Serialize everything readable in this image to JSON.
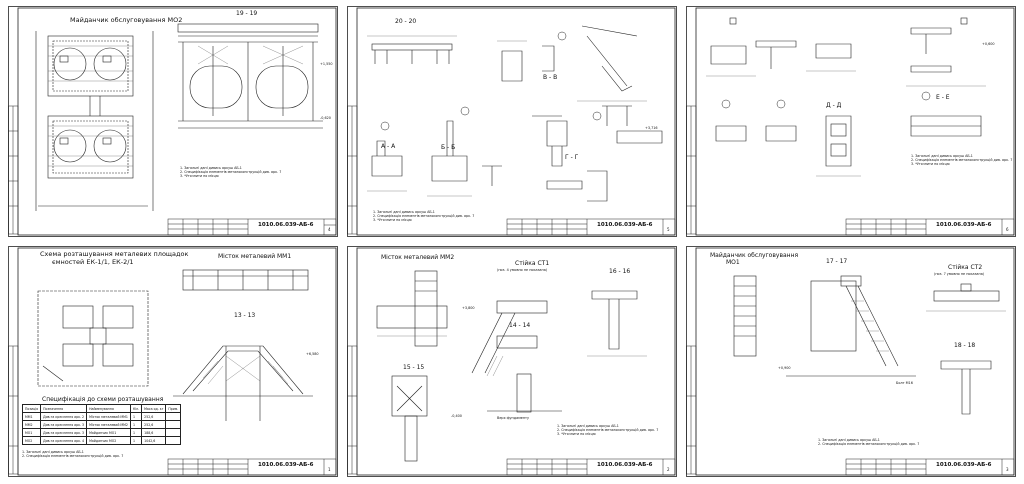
{
  "sheets": [
    {
      "id": "s1",
      "titles": [
        "Майданчик обслуговування МО2",
        "19 - 19"
      ],
      "code": "1010.06.039-АБ-6",
      "sheet_no": "4",
      "notes": [
        "1. Загальні дані дивись аркуш АБ-1",
        "2. Специфікація елементів металоконструкцій див. арк. 7",
        "3. *Уточнити по місцю"
      ]
    },
    {
      "id": "s2",
      "titles": [
        "20 - 20",
        "А - А",
        "Б - Б",
        "В - В",
        "Г - Г"
      ],
      "code": "1010.06.039-АБ-6",
      "sheet_no": "5",
      "notes": [
        "1. Загальні дані дивись аркуш АБ-1",
        "2. Специфікація елементів металоконструкцій див. арк. 7",
        "3. *Уточнити по місцю"
      ]
    },
    {
      "id": "s3",
      "titles": [
        "Д - Д",
        "Е - Е"
      ],
      "code": "1010.06.039-АБ-6",
      "sheet_no": "6",
      "notes": [
        "1. Загальні дані дивись аркуш АБ-1",
        "2. Специфікація елементів металоконструкцій див. арк. 7",
        "3. *Уточнити по місцю"
      ]
    },
    {
      "id": "s4",
      "titles": [
        "Схема розташування металевих площадок",
        "ємностей ЕК-1/1, ЕК-2/1",
        "Місток металевий ММ1",
        "13 - 13",
        "Специфікація до схеми розташування"
      ],
      "code": "1010.06.039-АБ-6",
      "sheet_no": "1",
      "spec_headers": [
        "Позиція",
        "Позначення",
        "Найменування",
        "Кіл.",
        "Маса од. кг",
        "Прим."
      ],
      "spec_rows": [
        [
          "ММ1",
          "Див.та креслення арк. 2",
          "Місток металевий ММ1",
          "1",
          "252,6",
          ""
        ],
        [
          "ММ2",
          "Див.та креслення арк. 3",
          "Місток металевий ММ2",
          "1",
          "252,6",
          ""
        ],
        [
          "МО1",
          "Див.та креслення арк. 3",
          "Майданчик МО1",
          "1",
          "188,6",
          ""
        ],
        [
          "МО2",
          "Див.та креслення арк. 4",
          "Майданчик МО2",
          "1",
          "1042,6",
          ""
        ]
      ],
      "notes": [
        "1. Загальні дані дивись аркуш АБ-1",
        "2. Специфікація елементів металоконструкцій див. арк. 7"
      ]
    },
    {
      "id": "s5",
      "titles": [
        "Місток металевий ММ2",
        "Стійка СТ1",
        "(поз. 4 умовно не показана)",
        "16 - 16",
        "14 - 14",
        "15 - 15"
      ],
      "code": "1010.06.039-АБ-6",
      "sheet_no": "2",
      "notes": [
        "1. Загальні дані дивись аркуш АБ-1",
        "2. Специфікація елементів металоконструкцій див. арк. 7",
        "3. *Уточнити по місцю"
      ]
    },
    {
      "id": "s6",
      "titles": [
        "Майданчик обслуговування",
        "МО1",
        "17 - 17",
        "Стійка СТ2",
        "(поз. 7 умовно не показана)",
        "18 - 18"
      ],
      "code": "1010.06.039-АБ-6",
      "sheet_no": "3",
      "notes": [
        "1. Загальні дані дивись аркуш АБ-1",
        "2. Специфікація елементів металоконструкцій див. арк. 7"
      ]
    }
  ],
  "levels": [
    "+1,550",
    "+0,600",
    "+3,716",
    "-0,620",
    "+6,580",
    "+3,800",
    "-0,400",
    "+0,900"
  ],
  "labels": {
    "top": "Верх фундаменту",
    "bolt": "Болт М16"
  }
}
